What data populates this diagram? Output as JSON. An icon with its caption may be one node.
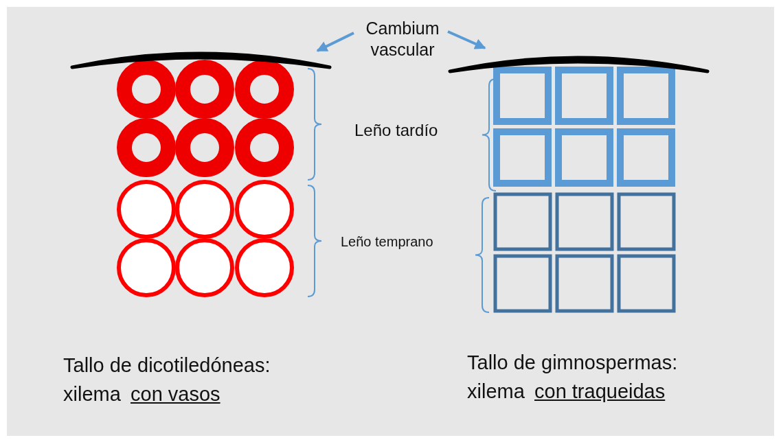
{
  "diagram": {
    "nodes": [
      {
        "text": [
          "Cambium vascular"
        ]
      },
      {
        "text": [],
        "shape": "arc"
      },
      {
        "text": [],
        "shape": "arc"
      }
    ],
    "edges": [
      {
        "from": 0,
        "to": 1,
        "arrow": "to"
      },
      {
        "from": 0,
        "to": 2,
        "arrow": "to"
      }
    ],
    "labels": [
      "Leño tardío",
      "Leño temprano",
      "Tallo de dicotiledóneas:",
      "xilema",
      "con vasos",
      "Tallo de gimnospermas:",
      "xilema",
      "con traqueidas"
    ]
  }
}
